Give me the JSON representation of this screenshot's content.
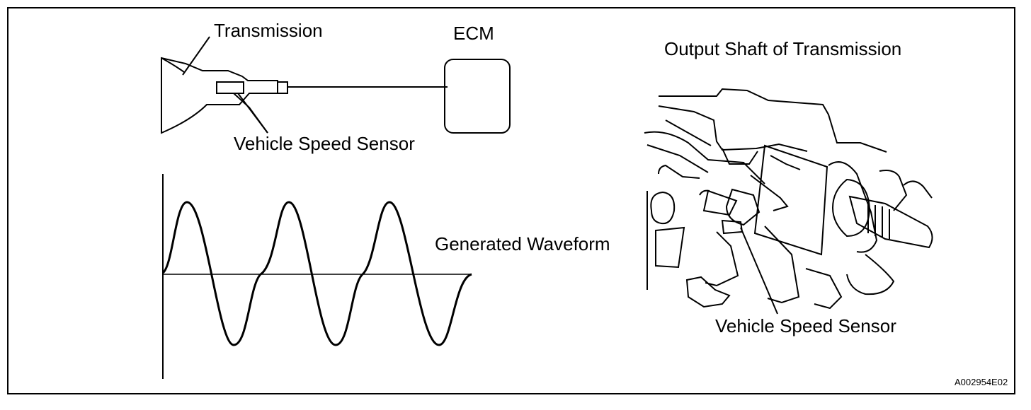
{
  "labels": {
    "transmission": "Transmission",
    "ecm": "ECM",
    "vehicle_speed_sensor": "Vehicle Speed Sensor",
    "generated_waveform": "Generated Waveform",
    "output_shaft": "Output Shaft of Transmission",
    "vehicle_speed_sensor_2": "Vehicle Speed Sensor",
    "figure_code": "A002954E02"
  }
}
